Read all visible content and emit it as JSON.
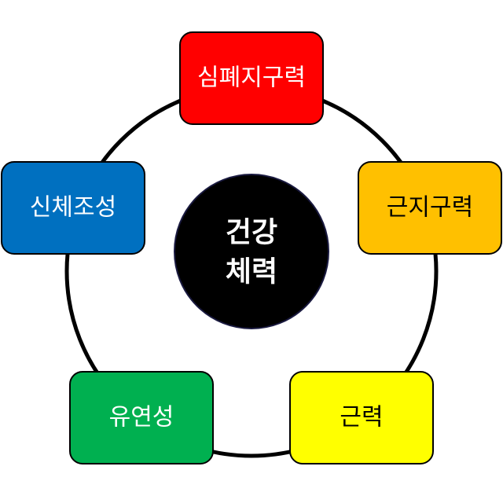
{
  "center": {
    "line1": "건강",
    "line2": "체력",
    "fill": "#000000",
    "text_color": "#ffffff"
  },
  "ring": {
    "stroke": "#000000"
  },
  "nodes": [
    {
      "id": "cardio",
      "label": "심폐지구력",
      "fill": "#ff0000",
      "text_color": "#ffffff"
    },
    {
      "id": "endurance",
      "label": "근지구력",
      "fill": "#ffc000",
      "text_color": "#000000"
    },
    {
      "id": "strength",
      "label": "근력",
      "fill": "#ffff00",
      "text_color": "#000000"
    },
    {
      "id": "flexibility",
      "label": "유연성",
      "fill": "#00b050",
      "text_color": "#ffffff"
    },
    {
      "id": "body-composition",
      "label": "신체조성",
      "fill": "#0070c0",
      "text_color": "#ffffff"
    }
  ]
}
